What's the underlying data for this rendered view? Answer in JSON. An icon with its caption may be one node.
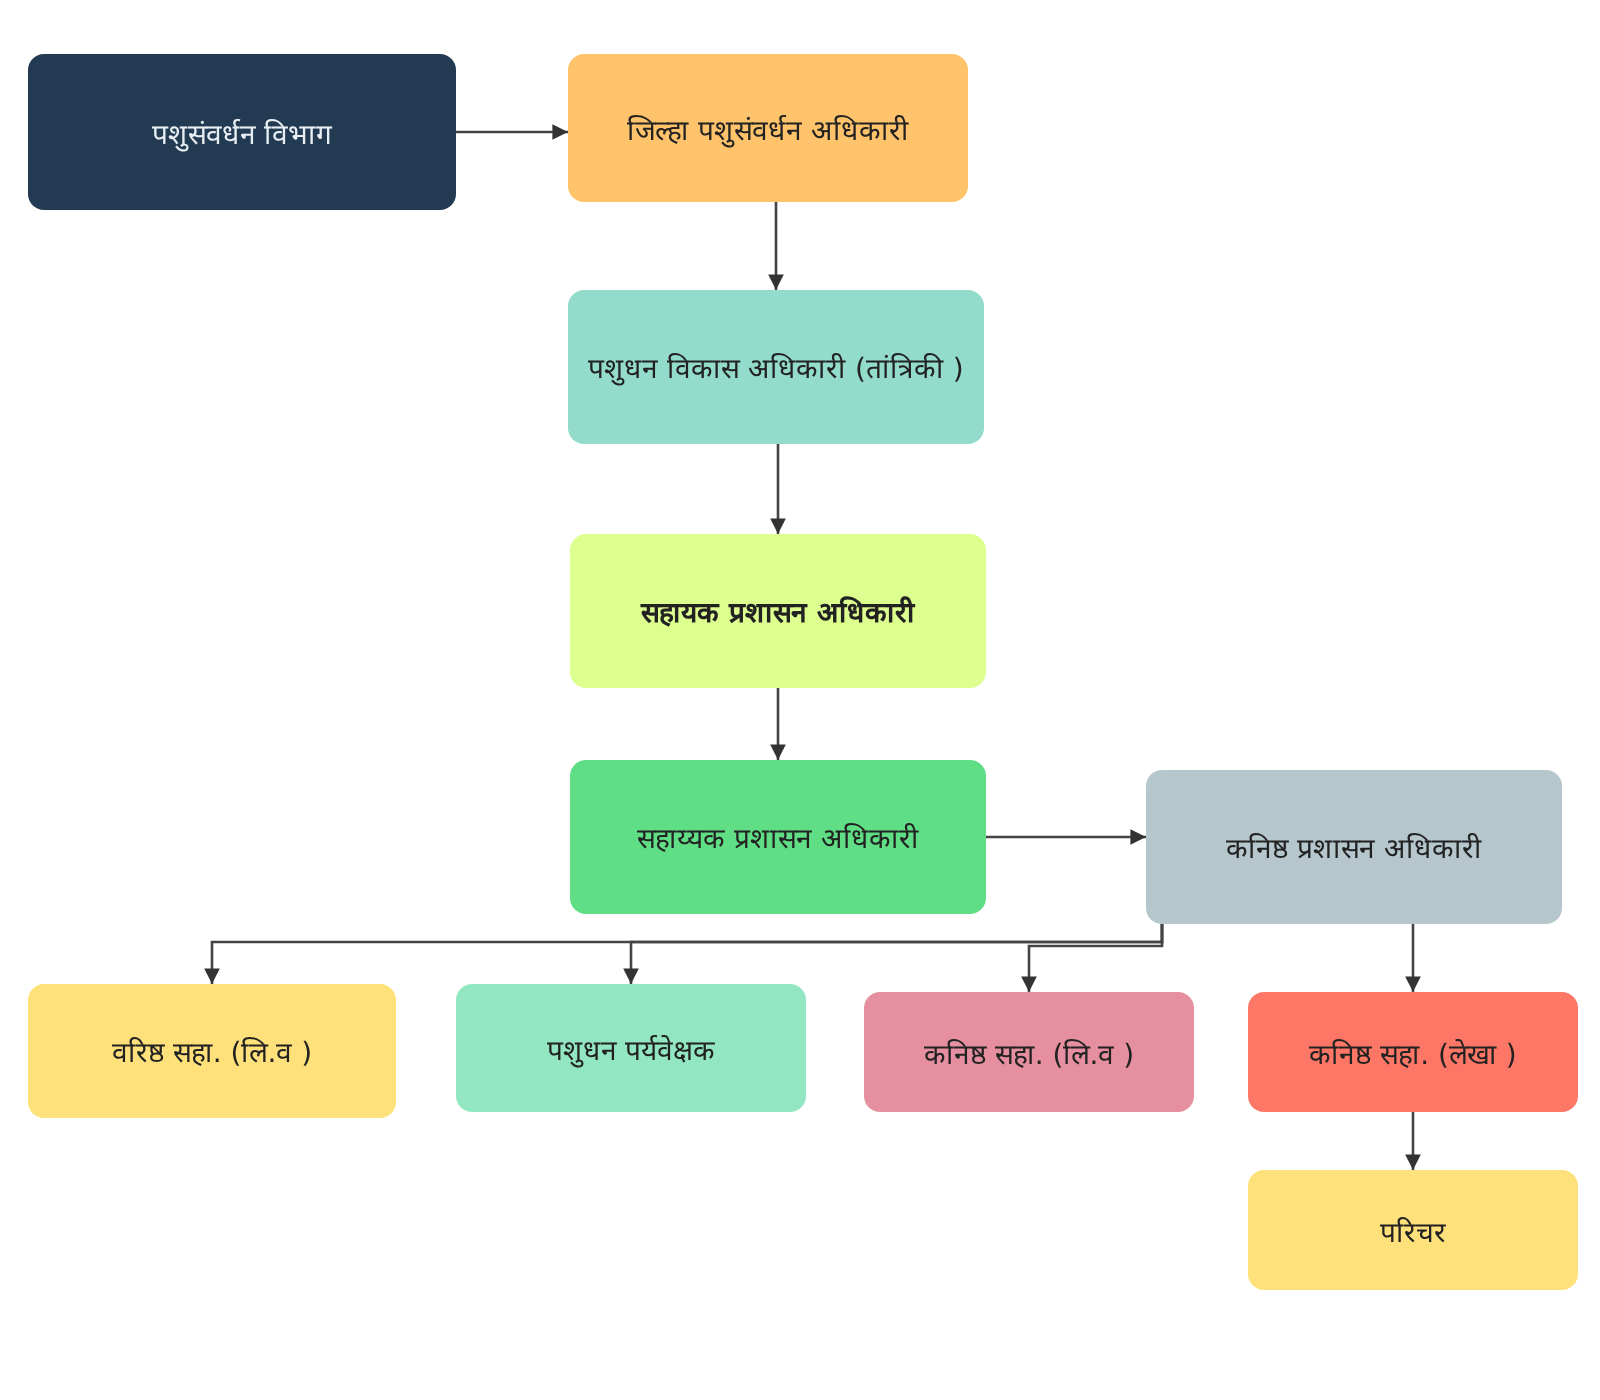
{
  "diagram": {
    "nodes": [
      {
        "text": [
          "पशुसंवर्धन विभाग"
        ]
      },
      {
        "text": [
          "जिल्हा पशुसंवर्धन अधिकारी"
        ]
      },
      {
        "text": [
          "पशुधन विकास अधिकारी (तांत्रिकी )"
        ]
      },
      {
        "text": [
          "सहायक प्रशासन अधिकारी"
        ]
      },
      {
        "text": [
          "सहाय्यक प्रशासन अधिकारी"
        ]
      },
      {
        "text": [
          "कनिष्ठ प्रशासन अधिकारी"
        ]
      },
      {
        "text": [
          "वरिष्ठ सहा. (लि.व )"
        ]
      },
      {
        "text": [
          "पशुधन पर्यवेक्षक"
        ]
      },
      {
        "text": [
          "कनिष्ठ सहा. (लि.व )"
        ]
      },
      {
        "text": [
          "कनिष्ठ सहा. (लेखा )"
        ]
      },
      {
        "text": [
          "परिचर"
        ]
      }
    ],
    "edges": [
      {
        "from": 0,
        "to": 1,
        "arrow": "to"
      },
      {
        "from": 1,
        "to": 2,
        "arrow": "to"
      },
      {
        "from": 2,
        "to": 3,
        "arrow": "to"
      },
      {
        "from": 3,
        "to": 4,
        "arrow": "to"
      },
      {
        "from": 4,
        "to": 5,
        "arrow": "to"
      },
      {
        "from": 5,
        "to": 6,
        "arrow": "to"
      },
      {
        "from": 5,
        "to": 7,
        "arrow": "to"
      },
      {
        "from": 5,
        "to": 8,
        "arrow": "to"
      },
      {
        "from": 5,
        "to": 9,
        "arrow": "to"
      },
      {
        "from": 9,
        "to": 10,
        "arrow": "to"
      }
    ]
  }
}
